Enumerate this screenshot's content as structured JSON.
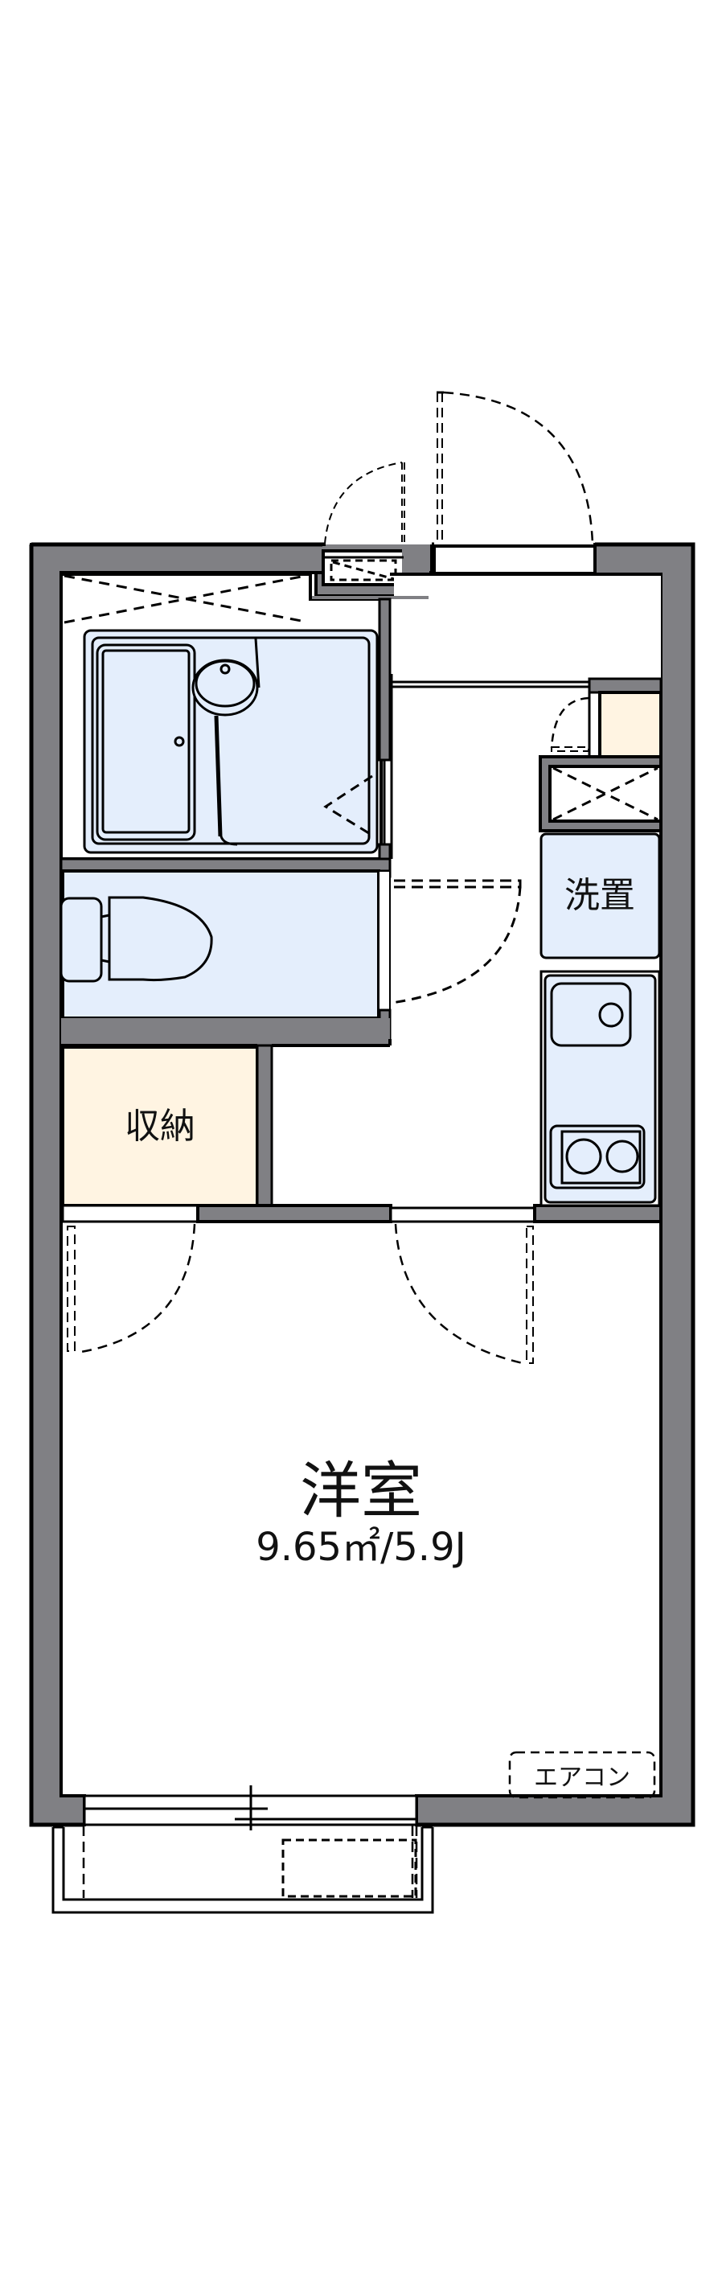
{
  "colors": {
    "wall": "#808084",
    "stroke": "#000000",
    "wet_area": "#e4eefc",
    "storage": "#fff4e2",
    "floor": "#ffffff"
  },
  "rooms": {
    "western_room": {
      "label": "洋室",
      "area": "9.65㎡/5.9J"
    },
    "storage": {
      "label": "収納"
    },
    "washer": {
      "label": "洗置"
    },
    "aircon": {
      "label": "エアコン"
    },
    "bathroom": {
      "label": ""
    },
    "toilet": {
      "label": ""
    },
    "kitchen": {
      "label": ""
    },
    "entrance": {
      "label": ""
    },
    "balcony": {
      "label": ""
    }
  }
}
